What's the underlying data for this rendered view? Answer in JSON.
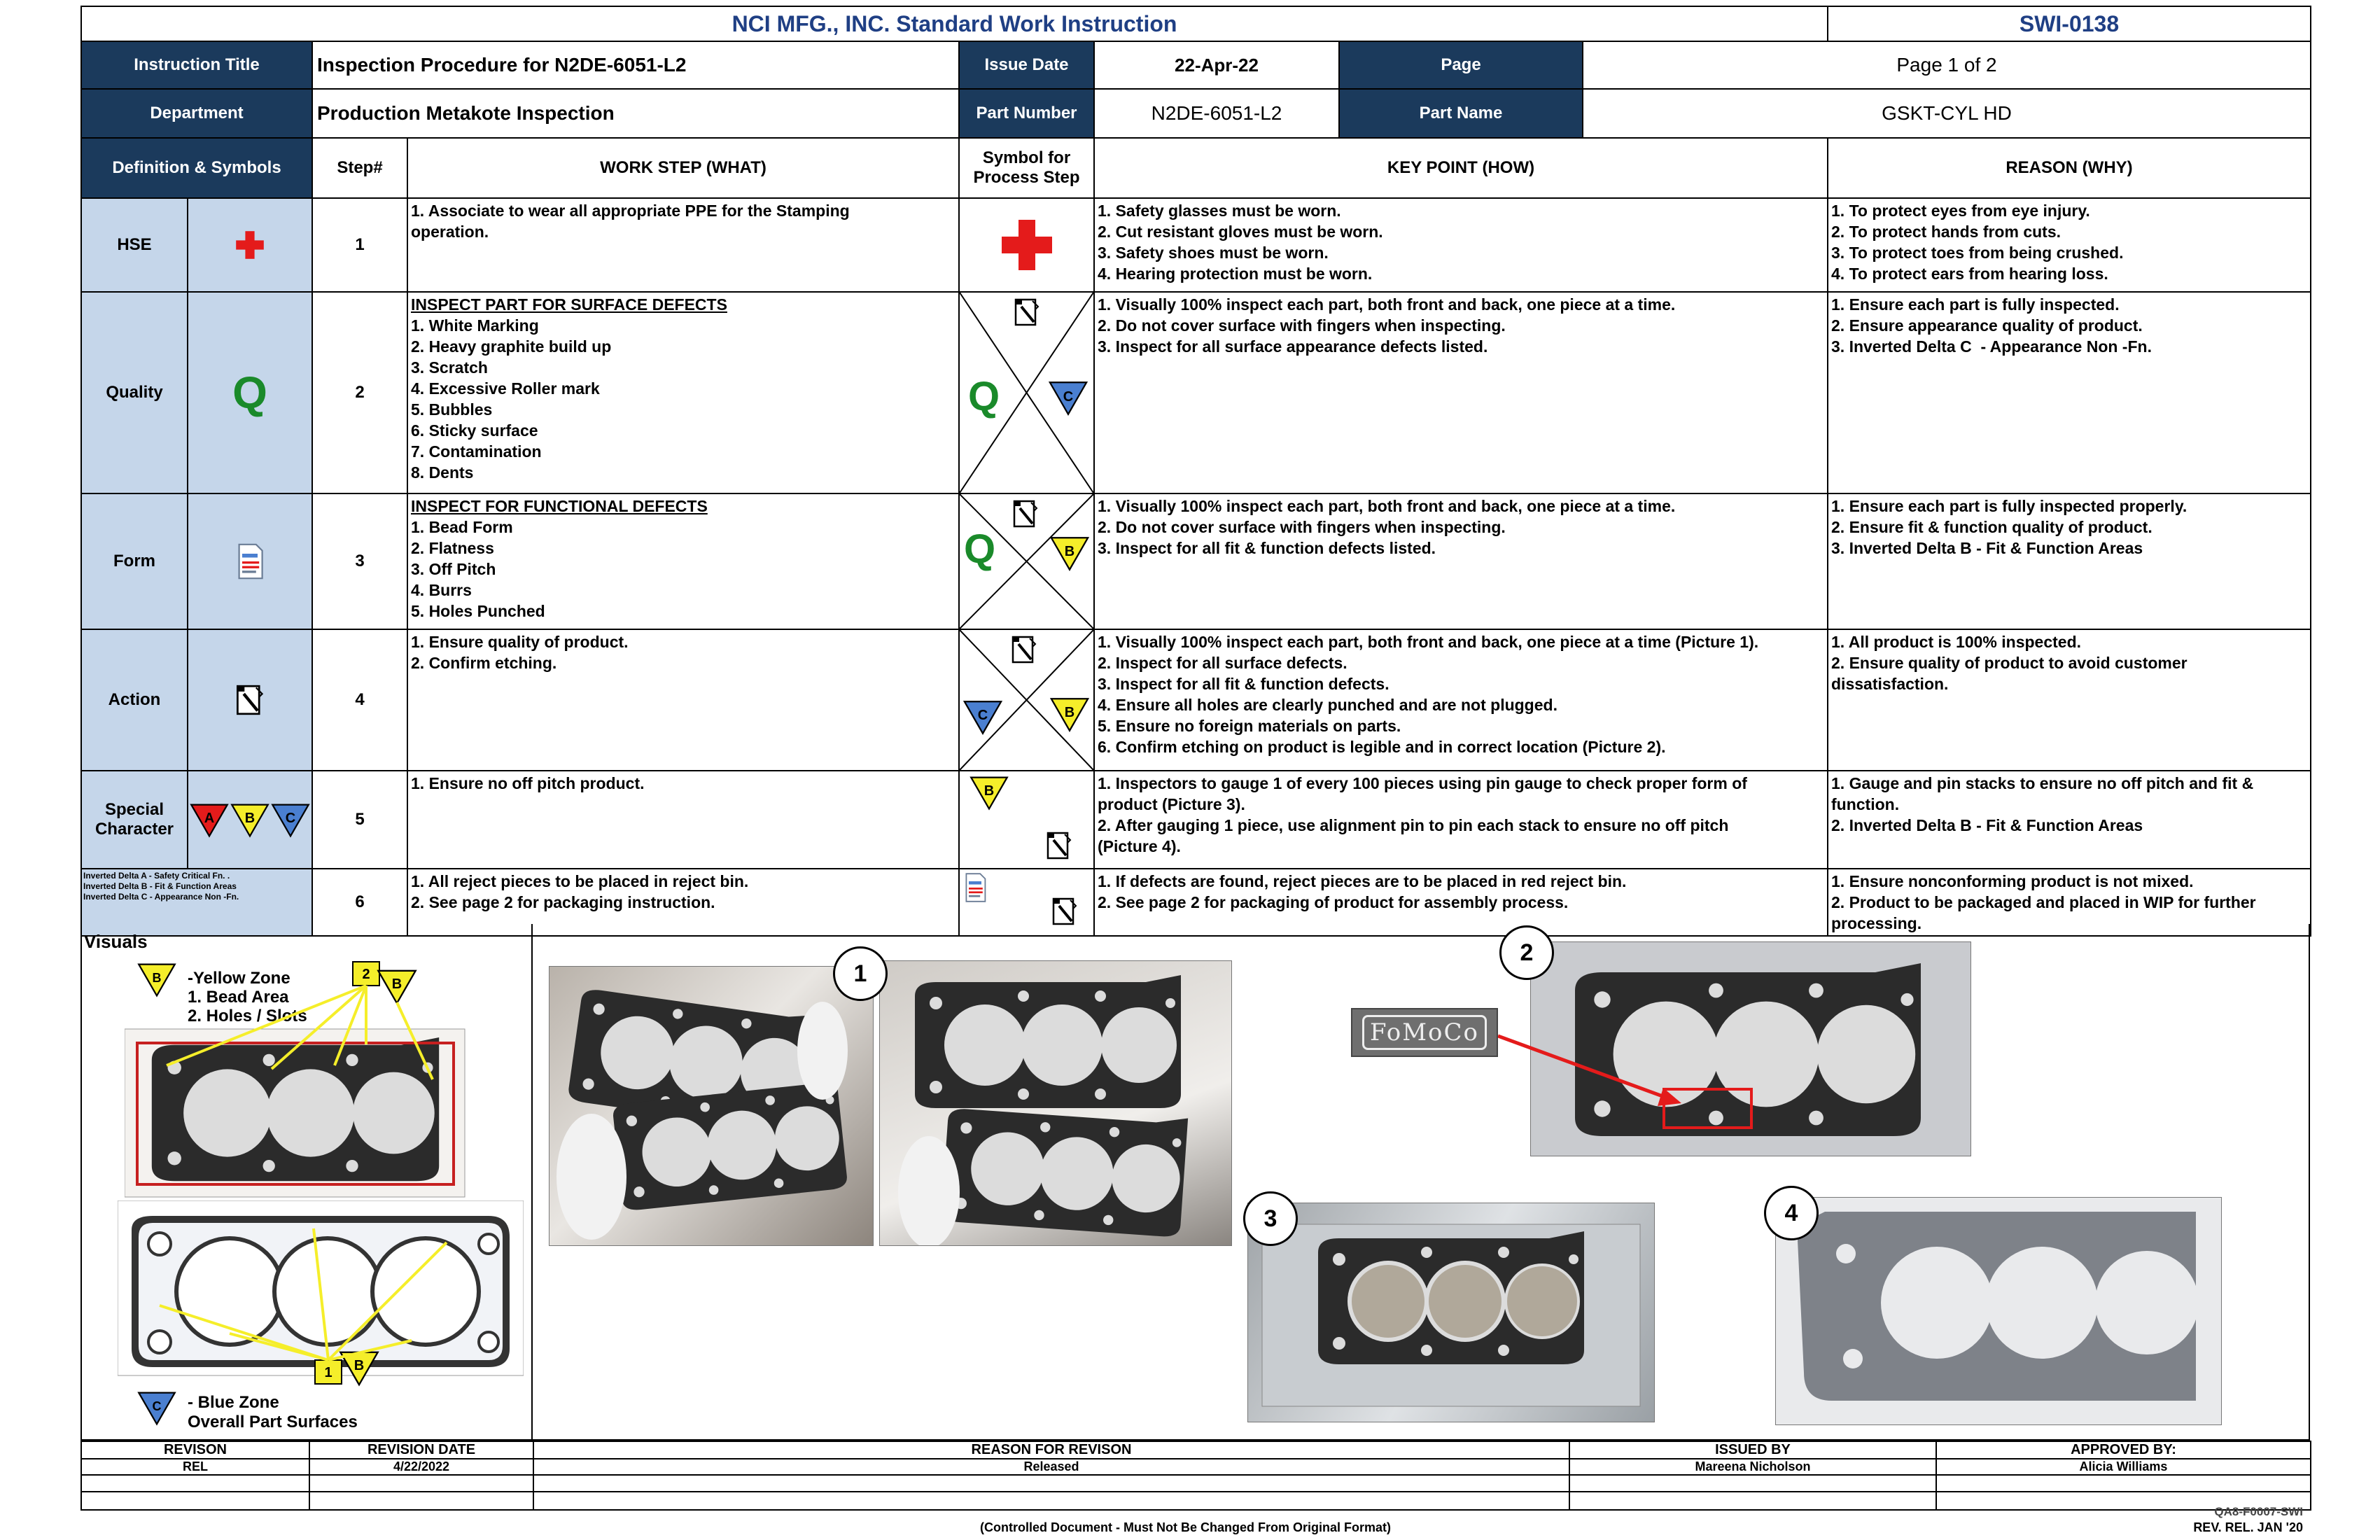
{
  "header": {
    "title": "NCI MFG., INC. Standard Work Instruction",
    "doc_id": "SWI-0138",
    "instruction_title_label": "Instruction Title",
    "instruction_title": "Inspection Procedure for N2DE-6051-L2",
    "issue_date_label": "Issue Date",
    "issue_date": "22-Apr-22",
    "page_label": "Page",
    "page": "Page 1 of 2",
    "department_label": "Department",
    "department": "Production Metakote Inspection",
    "part_number_label": "Part Number",
    "part_number": "N2DE-6051-L2",
    "part_name_label": "Part Name",
    "part_name": "GSKT-CYL HD"
  },
  "columns": {
    "definitions": "Definition & Symbols",
    "step": "Step#",
    "what": "WORK STEP (WHAT)",
    "symbol": "Symbol for Process Step",
    "how": "KEY POINT (HOW)",
    "why": "REASON (WHY)"
  },
  "definitions": {
    "hse": "HSE",
    "quality": "Quality",
    "quality_symbol": "Q",
    "form": "Form",
    "action": "Action",
    "special": "Special Character",
    "legend_a": "Inverted Delta A - Safety Critical Fn. .",
    "legend_b": "Inverted Delta B - Fit & Function Areas",
    "legend_c": "Inverted Delta C  - Appearance Non -Fn.",
    "delta_a": "A",
    "delta_b": "B",
    "delta_c": "C"
  },
  "steps": [
    {
      "num": "1",
      "what_heading": "",
      "what": "1. Associate to wear all appropriate PPE for the Stamping\noperation.",
      "how": "1. Safety glasses must be worn.\n2. Cut resistant gloves must be worn.\n3. Safety shoes must be worn.\n4. Hearing protection must be worn.",
      "why": "1. To protect eyes from eye injury.\n2. To protect hands from cuts.\n3. To protect toes from being crushed.\n4. To protect ears from hearing loss."
    },
    {
      "num": "2",
      "what_heading": "INSPECT PART FOR SURFACE DEFECTS",
      "what": "1. White Marking\n2. Heavy graphite build up\n3. Scratch\n4. Excessive Roller mark\n5. Bubbles\n6. Sticky surface\n7. Contamination\n8. Dents",
      "how": "1. Visually 100% inspect each part, both front and back, one piece at a time.\n2. Do not cover surface with fingers when inspecting.\n3. Inspect for all surface appearance defects listed.",
      "why": "1. Ensure each part is fully inspected.\n2. Ensure appearance quality of product.\n3. Inverted Delta C  - Appearance Non -Fn."
    },
    {
      "num": "3",
      "what_heading": "INSPECT FOR FUNCTIONAL DEFECTS",
      "what": "1. Bead Form\n2. Flatness\n3. Off Pitch\n4. Burrs\n5. Holes Punched",
      "how": "1. Visually 100% inspect each part, both front and back, one piece at a time.\n2. Do not cover surface with fingers when inspecting.\n3. Inspect for all fit & function defects listed.",
      "why": "1. Ensure each part is fully inspected properly.\n2. Ensure fit & function quality of product.\n3. Inverted Delta B - Fit & Function Areas"
    },
    {
      "num": "4",
      "what_heading": "",
      "what": "1. Ensure quality of product.\n2. Confirm etching.",
      "how": "1. Visually 100% inspect each part, both front and back, one piece at a time (Picture 1).\n2. Inspect for all surface defects.\n3. Inspect for all fit & function defects.\n4. Ensure all holes are clearly punched and are not plugged.\n5. Ensure no foreign materials on parts.\n6. Confirm etching on product is legible and in correct location (Picture 2).",
      "why": "1. All product is 100% inspected.\n2. Ensure quality of product to avoid customer\ndissatisfaction."
    },
    {
      "num": "5",
      "what_heading": "",
      "what": "1. Ensure no off pitch product.",
      "how": "1. Inspectors to gauge 1 of every 100 pieces using pin gauge to check proper form of\nproduct (Picture 3).\n2. After gauging 1 piece, use alignment pin to pin each stack to ensure no off pitch\n(Picture 4).",
      "why": "1. Gauge and pin stacks to ensure no off pitch and fit &\nfunction.\n2. Inverted Delta B - Fit & Function Areas"
    },
    {
      "num": "6",
      "what_heading": "",
      "what": "1. All reject pieces to be placed in reject bin.\n2. See page 2 for packaging instruction.",
      "how": "1. If defects are found, reject pieces are to be placed in red reject bin.\n2. See page 2 for packaging of product for assembly process.",
      "why": "1. Ensure nonconforming product is not mixed.\n2. Product to be packaged and placed in WIP for further\nprocessing."
    }
  ],
  "visuals": {
    "label": "Visuals",
    "yellow_zone": "-Yellow Zone\n1. Bead Area\n2. Holes / Slots",
    "blue_zone": "- Blue Zone\nOverall Part Surfaces",
    "marker_1": "1",
    "marker_2": "2",
    "picture_numbers": [
      "1",
      "2",
      "3",
      "4"
    ],
    "etch_text": "FoMoCo"
  },
  "revision": {
    "headers": [
      "REVISON",
      "REVISION DATE",
      "REASON FOR REVISON",
      "ISSUED BY",
      "APPROVED BY:"
    ],
    "row": [
      "REL",
      "4/22/2022",
      "Released",
      "Mareena Nicholson",
      "Alicia Williams"
    ]
  },
  "footer": {
    "controlled": "(Controlled Document - Must Not Be Changed From Original Format)",
    "form_id": "QA8-F0007-SWI",
    "rev": "REV. REL. JAN '20"
  },
  "colors": {
    "header_navy": "#1b3a5c",
    "label_blue": "#c5d6ea",
    "title_blue": "#1f3f84",
    "hse_red": "#e41b1b",
    "quality_green": "#1a8a2a",
    "delta_yellow": "#f5ee2a",
    "delta_blue": "#4a7fd0",
    "delta_red": "#e41b1b"
  }
}
